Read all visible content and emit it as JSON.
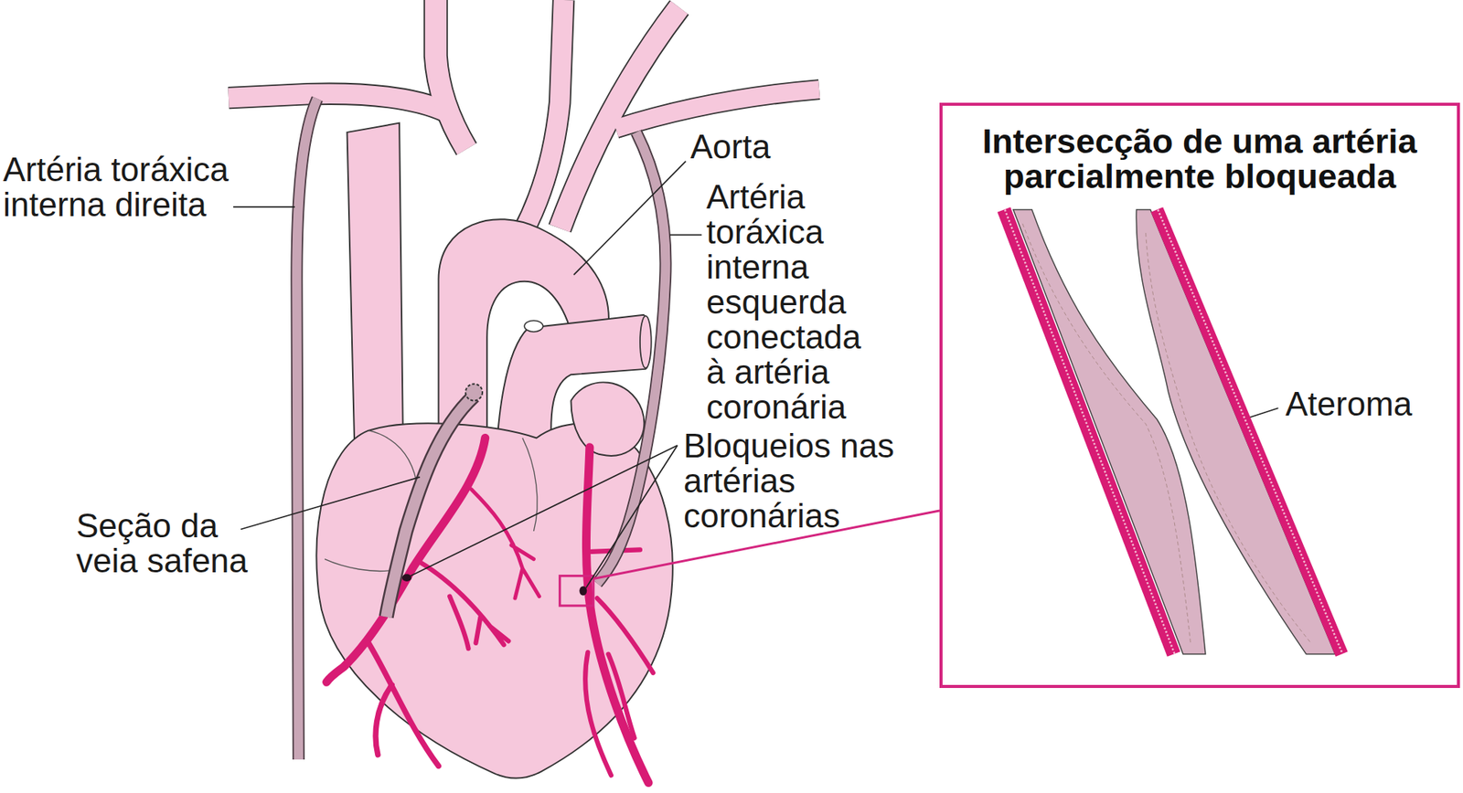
{
  "diagram": {
    "nodes": [
      {
        "text": [
          "Intersecção de uma artéria parcialmente bloqueada"
        ]
      }
    ],
    "labels": [
      "Artéria toráxica interna direita",
      "Aorta",
      "Artéria toráxica interna esquerda conectada à artéria coronária",
      "Bloqueios nas artérias coronárias",
      "Seção da veia safena",
      "Ateroma"
    ]
  }
}
